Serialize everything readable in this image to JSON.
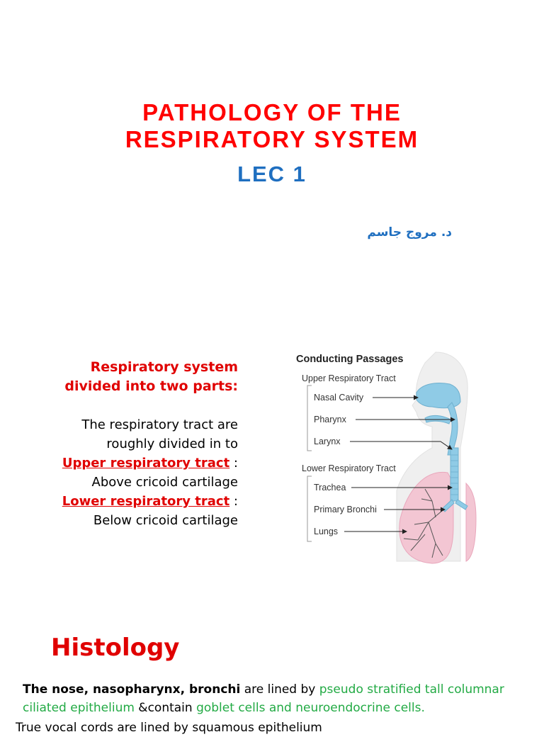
{
  "title": {
    "line1": "PATHOLOGY OF THE",
    "line2": "RESPIRATORY SYSTEM"
  },
  "lecture": "LEC 1",
  "author": "د. مروج جاسم",
  "intro": {
    "heading_line1": "Respiratory system",
    "heading_line2": "divided into two parts:",
    "text_line1": "The respiratory tract are",
    "text_line2": "roughly divided in to",
    "upper_label": "Upper respiratory tract",
    "upper_colon": " :",
    "upper_desc": "Above cricoid cartilage",
    "lower_label": "Lower respiratory tract",
    "lower_colon": " :",
    "lower_desc": "Below cricoid cartilage"
  },
  "diagram": {
    "title": "Conducting Passages",
    "upper_section": "Upper Respiratory Tract",
    "upper_items": [
      "Nasal Cavity",
      "Pharynx",
      "Larynx"
    ],
    "lower_section": "Lower Respiratory Tract",
    "lower_items": [
      "Trachea",
      "Primary Bronchi",
      "Lungs"
    ],
    "colors": {
      "airway": "#8fcbe6",
      "lung": "#f3c6d3",
      "skin": "#eeeeee"
    }
  },
  "histology": {
    "heading": "Histology",
    "p1_bold": "The nose, nasopharynx, bronchi",
    "p1_text1": " are lined by ",
    "p1_green1": "pseudo stratified tall columnar ciliated epithelium",
    "p1_text2": " &contain  ",
    "p1_green2": "goblet cells and neuroendocrine cells.",
    "p2_partial": "True vocal cords are lined by squamous epithelium"
  }
}
